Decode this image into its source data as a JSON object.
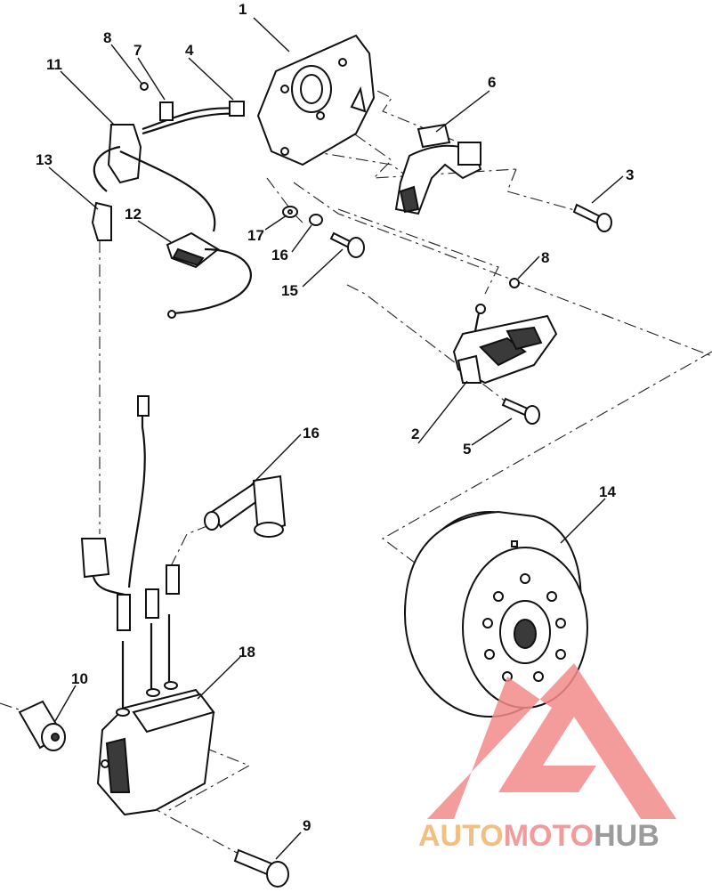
{
  "callouts": {
    "c1": "1",
    "c2": "2",
    "c3": "3",
    "c4": "4",
    "c5": "5",
    "c6": "6",
    "c7": "7",
    "c8a": "8",
    "c8b": "8",
    "c9": "9",
    "c10": "10",
    "c11": "11",
    "c12": "12",
    "c13": "13",
    "c14": "14",
    "c15": "15",
    "c16a": "16",
    "c16b": "16",
    "c17": "17",
    "c18": "18"
  },
  "watermark": {
    "part1": "AUTO",
    "part2": "MOTO",
    "part3": "HUB",
    "colors": {
      "auto": "#f2b36b",
      "moto": "#f08a8a",
      "hub": "#8a8a8a",
      "logo": "#f28b8b"
    }
  }
}
